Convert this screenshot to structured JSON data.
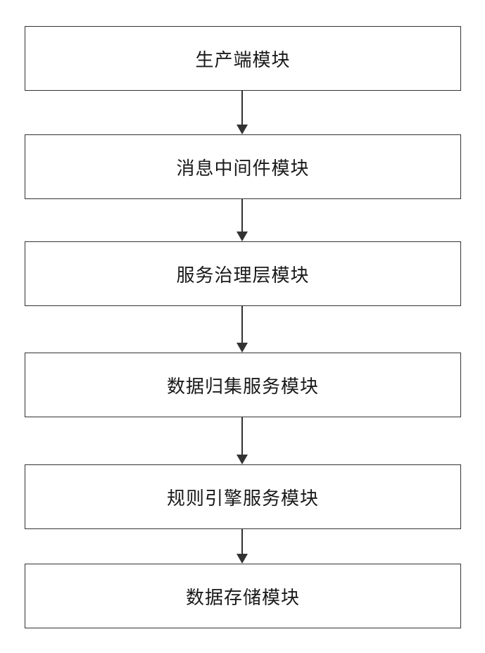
{
  "diagram": {
    "modules": [
      {
        "label": "生产端模块"
      },
      {
        "label": "消息中间件模块"
      },
      {
        "label": "服务治理层模块"
      },
      {
        "label": "数据归集服务模块"
      },
      {
        "label": "规则引擎服务模块"
      },
      {
        "label": "数据存储模块"
      }
    ],
    "colors": {
      "border": "#333333",
      "text": "#1a1a1a",
      "background": "#ffffff"
    }
  }
}
